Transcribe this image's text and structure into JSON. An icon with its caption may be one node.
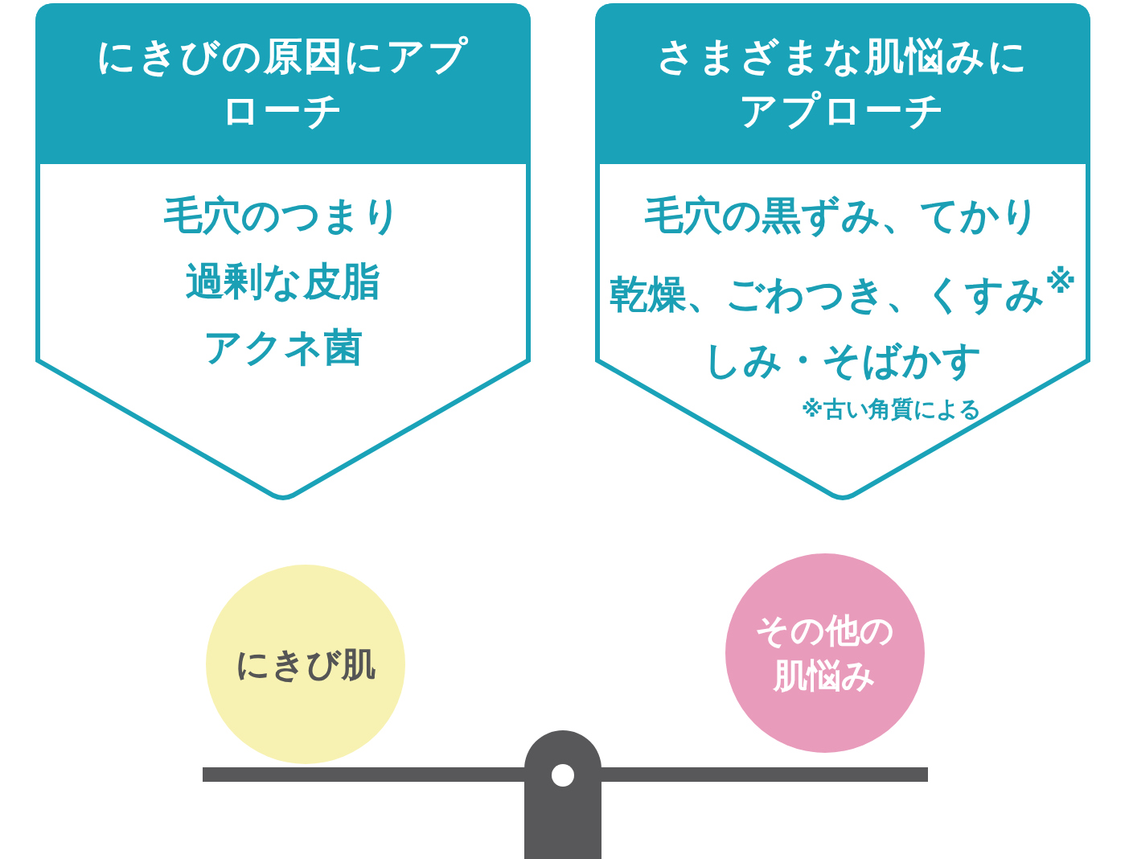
{
  "diagram": {
    "nodes": [
      {
        "text": [
          "にきびの原因にアプローチ",
          "毛穴のつまり",
          "過剰な皮脂",
          "アクネ菌"
        ]
      },
      {
        "text": [
          "さまざまな肌悩みにアプローチ",
          "毛穴の黒ずみ、てかり",
          "乾燥、ごわつき、くすみ$^{※}$",
          "しみ・そばかす",
          "※古い角質による"
        ]
      },
      {
        "text": [
          "にきび肌"
        ]
      },
      {
        "text": [
          "その他の肌悩み"
        ]
      }
    ],
    "edges": []
  }
}
